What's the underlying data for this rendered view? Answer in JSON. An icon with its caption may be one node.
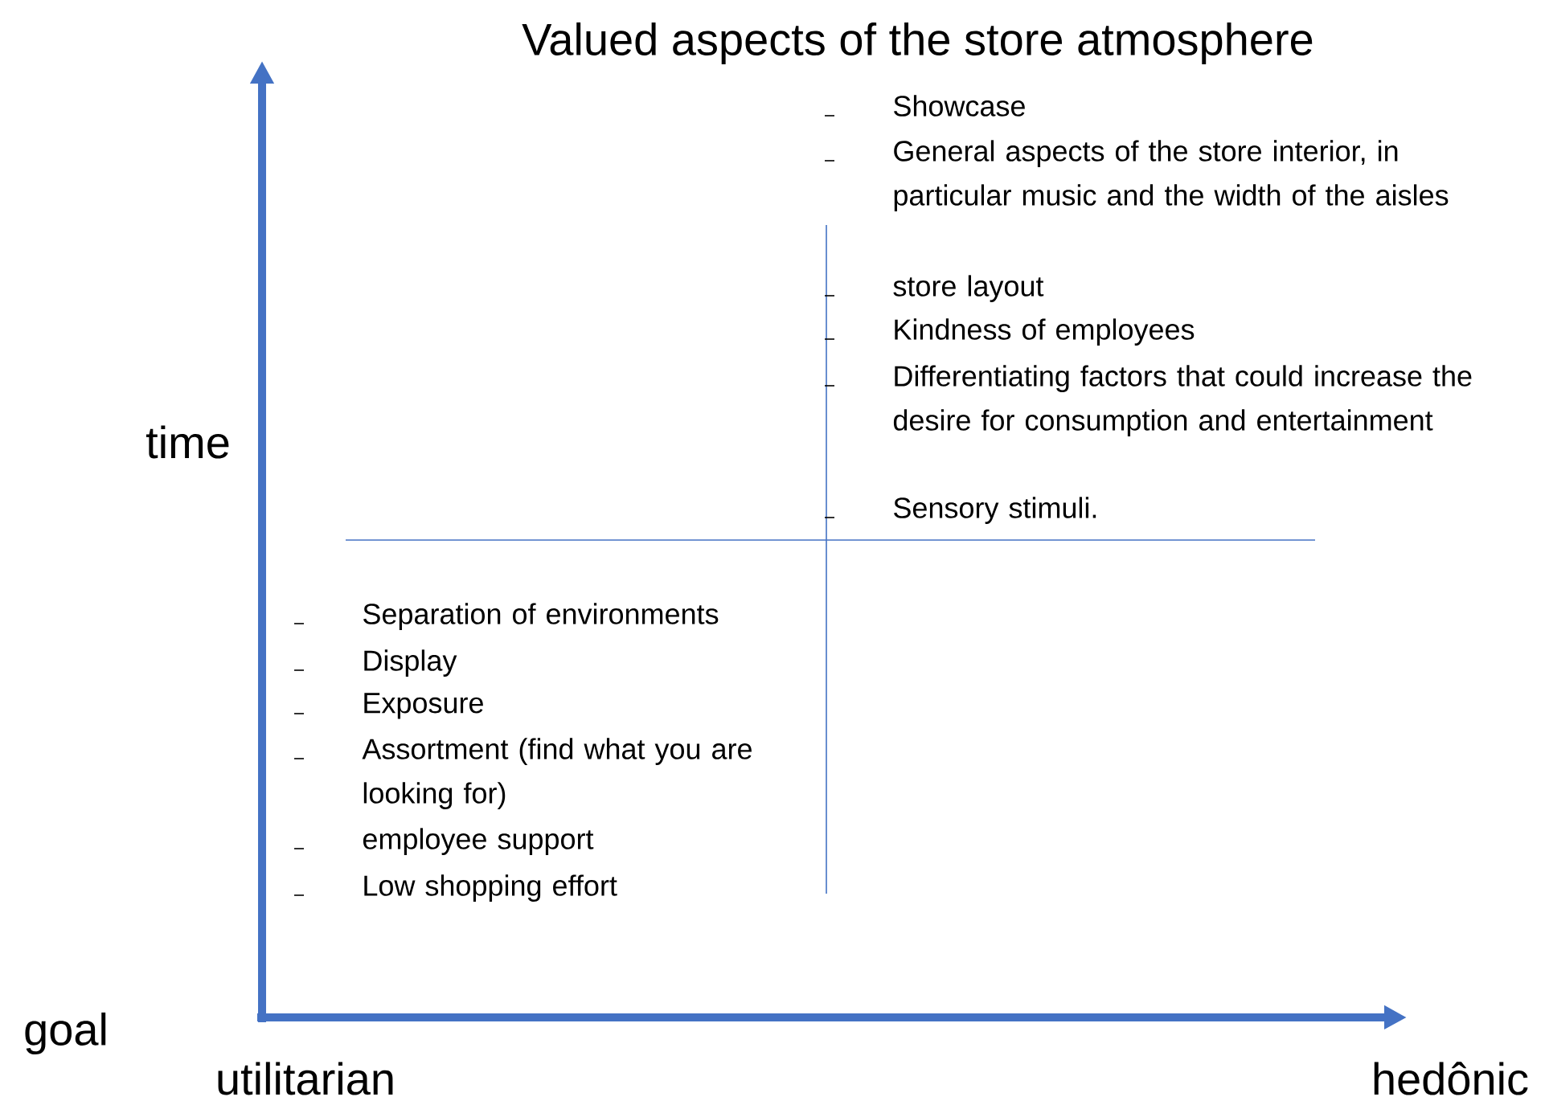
{
  "diagram": {
    "title": "Valued aspects of the store atmosphere",
    "labels": [
      "Showcase",
      "General aspects of the store interior, in particular music and the width of the aisles",
      "store layout",
      "Kindness of employees",
      "Differentiating factors that could increase the desire for consumption and entertainment",
      "Sensory stimuli.",
      "time",
      "Separation of environments",
      "Display",
      "Exposure",
      "Assortment (find what you are looking for)",
      "employee support",
      "Low shopping effort",
      "goal",
      "utilitarian",
      "hedônic"
    ]
  }
}
